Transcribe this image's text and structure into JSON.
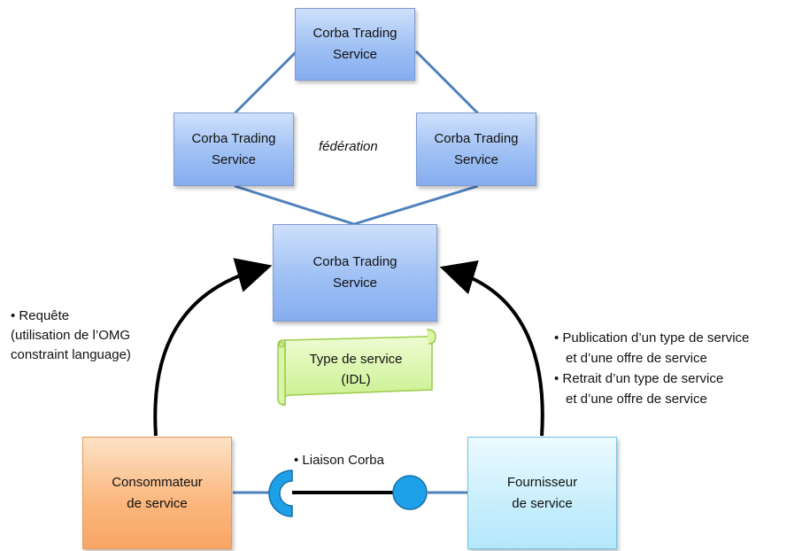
{
  "nodes": {
    "top": [
      "Corba Trading",
      "Service"
    ],
    "left": [
      "Corba Trading",
      "Service"
    ],
    "right": [
      "Corba Trading",
      "Service"
    ],
    "center": [
      "Corba Trading",
      "Service"
    ],
    "consumer": [
      "Consommateur",
      "de service"
    ],
    "provider": [
      "Fournisseur",
      "de service"
    ]
  },
  "federation_label": "fédération",
  "scroll": [
    "Type de service",
    "(IDL)"
  ],
  "request_note": {
    "bullet": "Requête",
    "detail": [
      "(utilisation de l’OMG",
      "constraint language)"
    ]
  },
  "provider_notes": [
    [
      "Publication d’un type de service",
      "et d’une offre de service"
    ],
    [
      "Retrait d’un type de service",
      "et d’une offre de service"
    ]
  ],
  "link_label": "Liaison Corba",
  "colors": {
    "trading_box": "#9ec0f4",
    "consumer_box": "#fbb67c",
    "provider_box": "#c8eefc",
    "scroll": "#d6f5a3",
    "connector": "#4f81bd",
    "arrow": "#000000",
    "socket": "#1ea0e8"
  }
}
